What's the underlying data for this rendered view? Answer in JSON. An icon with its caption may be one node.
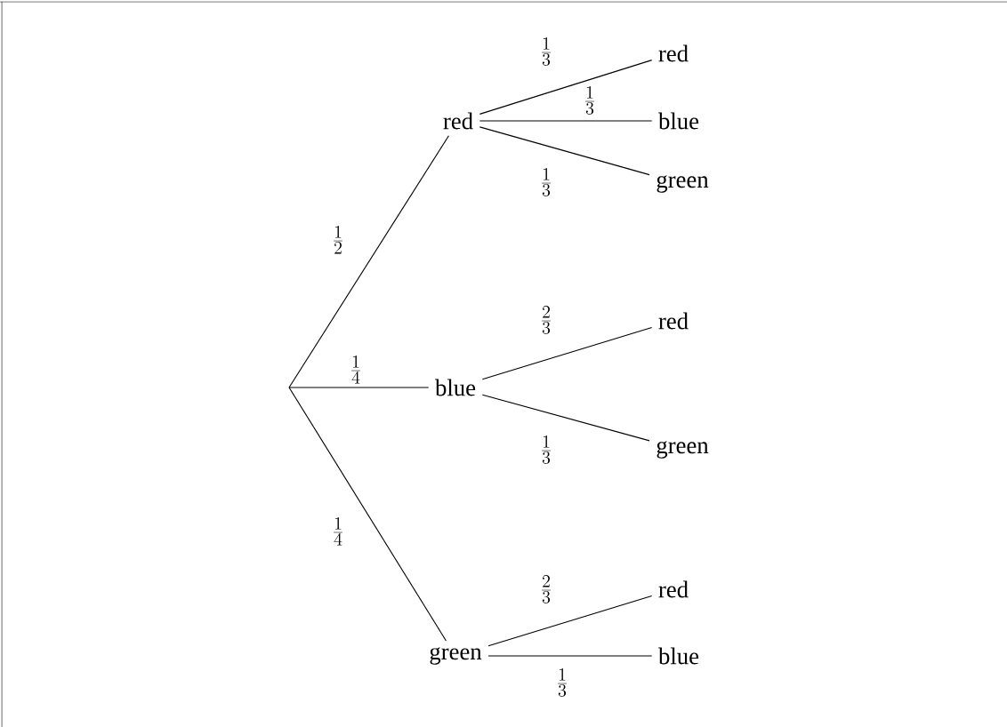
{
  "diagram": {
    "nodes": [
      {
        "text": [
          "red"
        ]
      },
      {
        "text": [
          "blue"
        ]
      },
      {
        "text": [
          "green"
        ]
      },
      {
        "text": [
          "red"
        ]
      },
      {
        "text": [
          "blue"
        ]
      },
      {
        "text": [
          "green"
        ]
      },
      {
        "text": [
          "red"
        ]
      },
      {
        "text": [
          "green"
        ]
      },
      {
        "text": [
          "red"
        ]
      },
      {
        "text": [
          "blue"
        ]
      }
    ],
    "edges": [
      {
        "from": null,
        "to": 0,
        "arrow": "none",
        "label": "\\frac{1}{2}"
      },
      {
        "from": null,
        "to": 1,
        "arrow": "none",
        "label": "\\frac{1}{4}"
      },
      {
        "from": null,
        "to": 2,
        "arrow": "none",
        "label": "\\frac{1}{4}"
      },
      {
        "from": 0,
        "to": 3,
        "arrow": "none",
        "label": "\\frac{1}{3}"
      },
      {
        "from": 0,
        "to": 4,
        "arrow": "none",
        "label": "\\frac{1}{3}"
      },
      {
        "from": 0,
        "to": 5,
        "arrow": "none",
        "label": "\\frac{1}{3}"
      },
      {
        "from": 1,
        "to": 6,
        "arrow": "none",
        "label": "\\frac{2}{3}"
      },
      {
        "from": 1,
        "to": 7,
        "arrow": "none",
        "label": "\\frac{1}{3}"
      },
      {
        "from": 2,
        "to": 8,
        "arrow": "none",
        "label": "\\frac{2}{3}"
      },
      {
        "from": 2,
        "to": 9,
        "arrow": "none",
        "label": "\\frac{1}{3}"
      }
    ]
  }
}
